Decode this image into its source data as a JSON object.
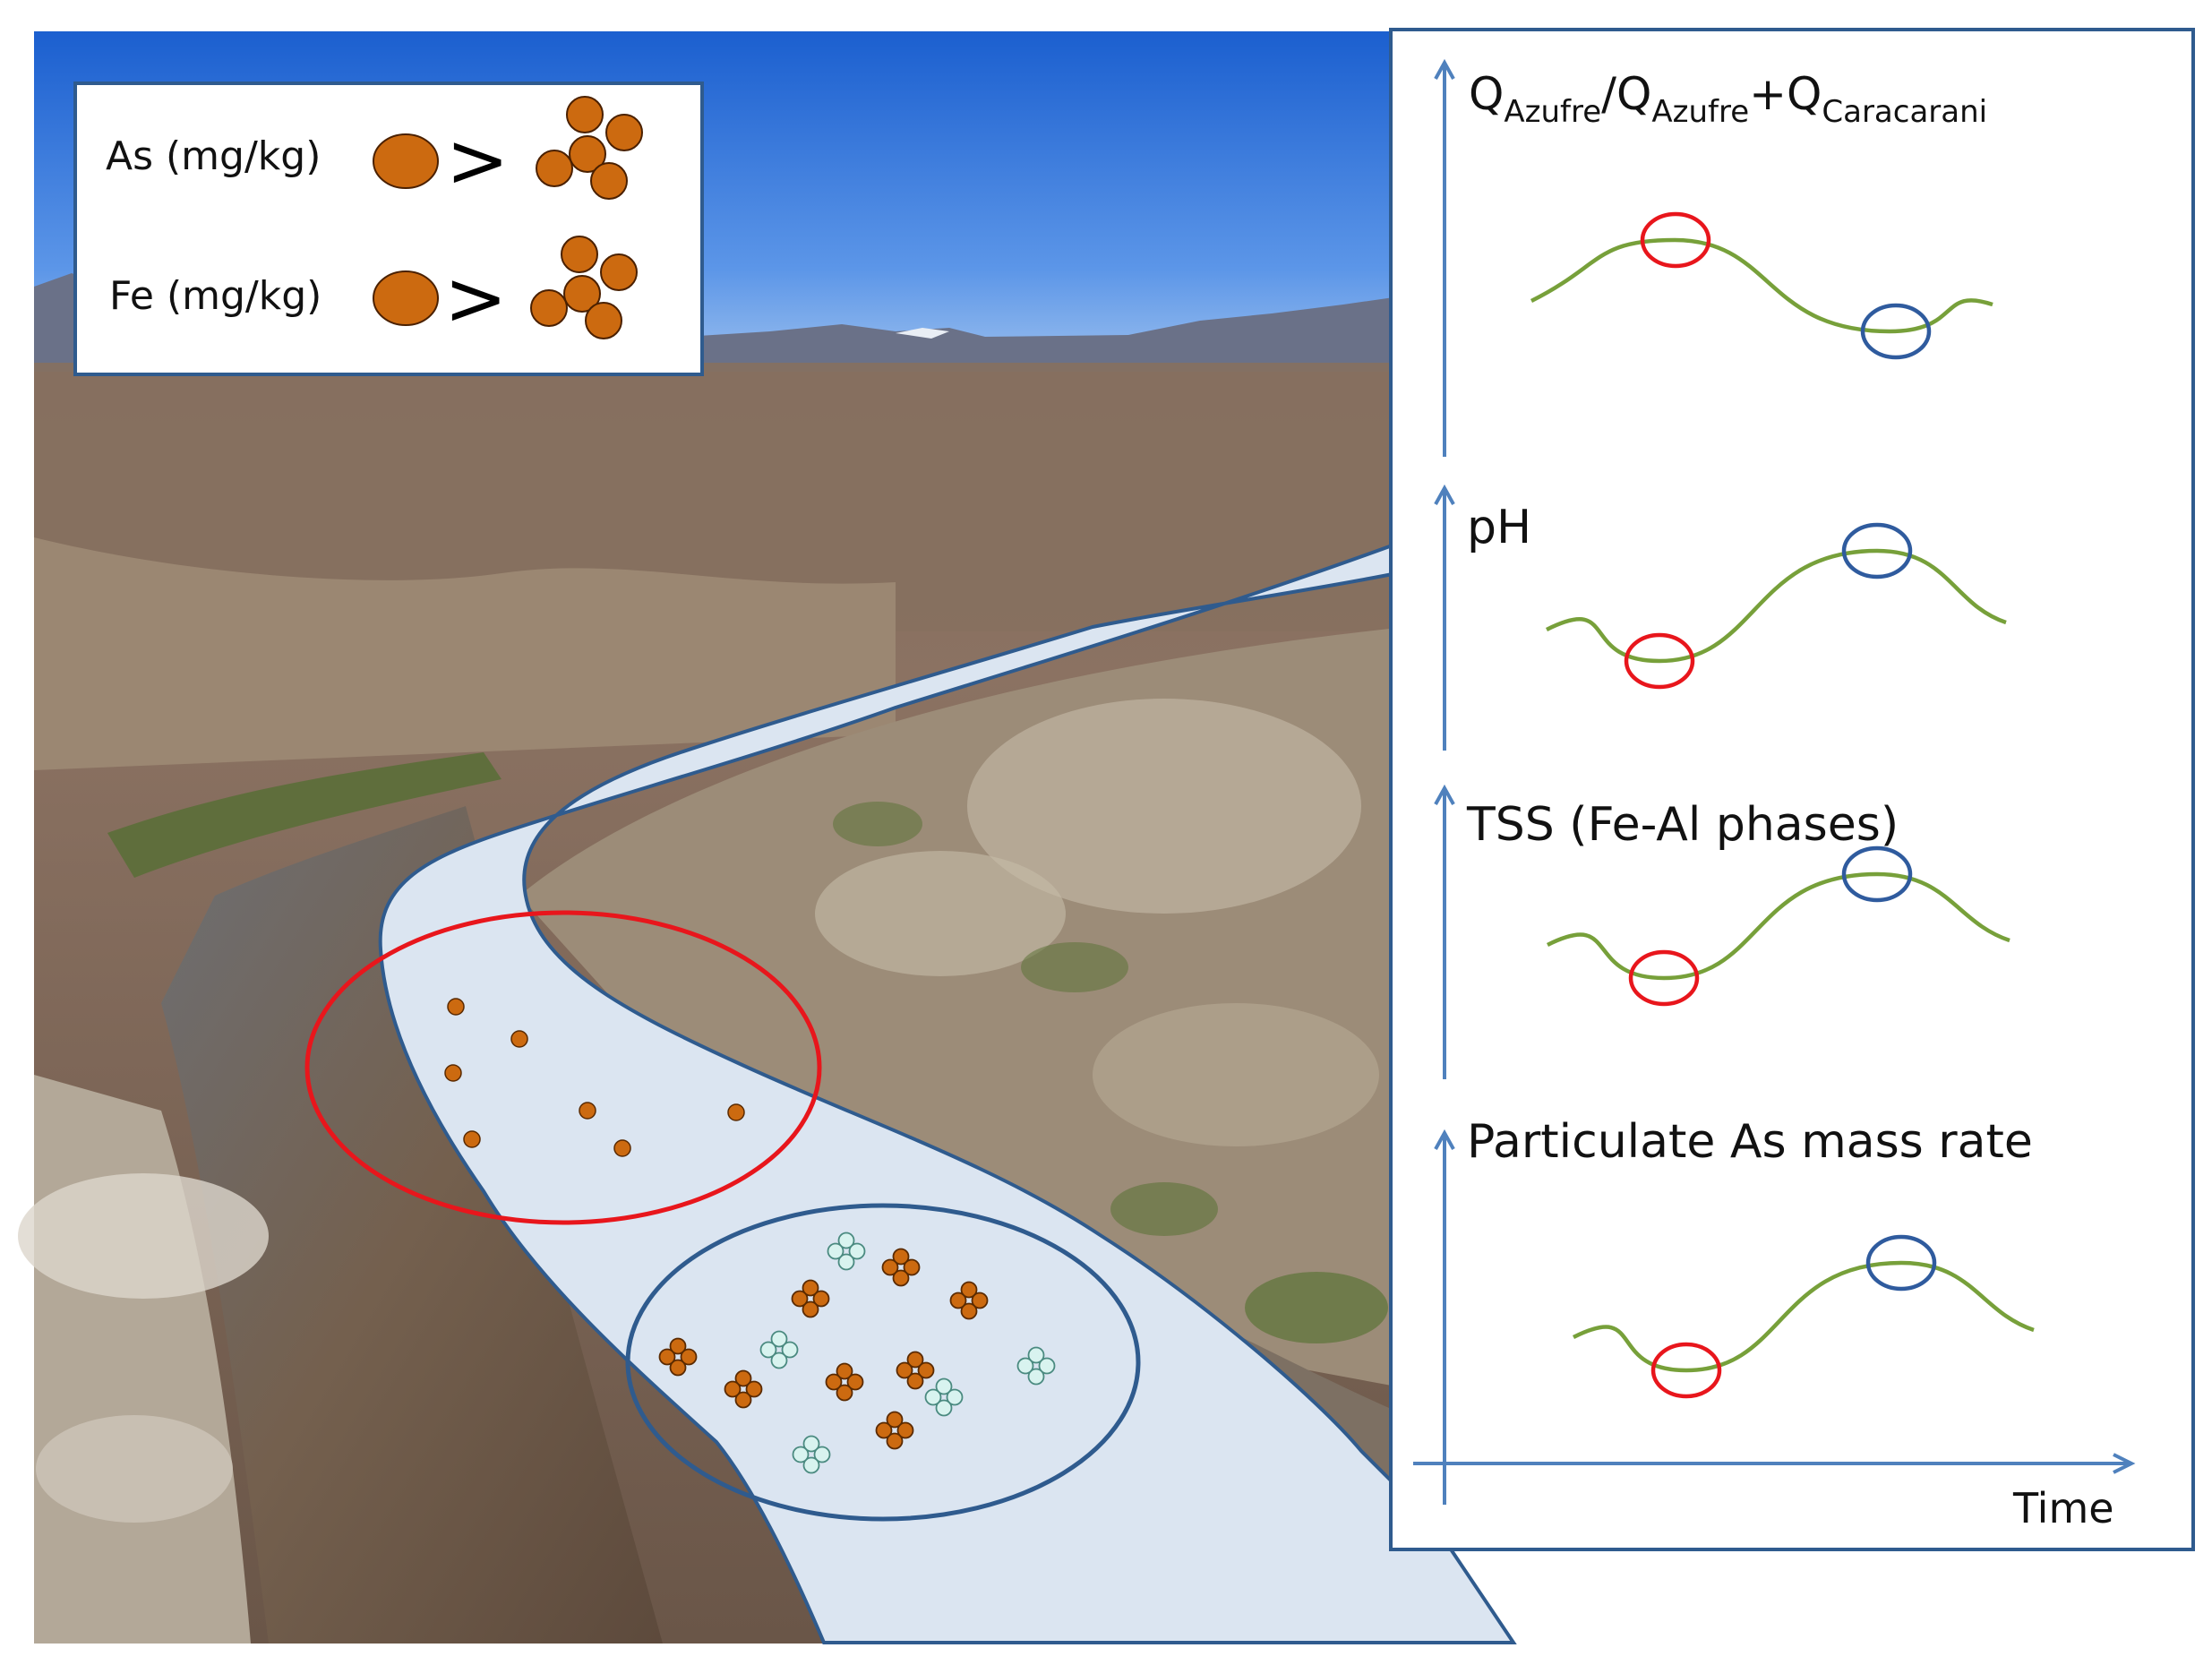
{
  "legend": {
    "rows": [
      {
        "label": "As (mg/kg)",
        "symbol": ">"
      },
      {
        "label": "Fe (mg/kg)",
        "symbol": ">"
      }
    ],
    "particle_color": "#cc6a10"
  },
  "chart_panels": [
    {
      "label_main": "Q",
      "label_parts": [
        {
          "text": "Azufre",
          "sub": true
        },
        {
          "text": "/Q",
          "sub": false
        },
        {
          "text": "Azufre",
          "sub": true
        },
        {
          "text": "+Q",
          "sub": false
        },
        {
          "text": "Caracarani",
          "sub": true
        }
      ],
      "curve_shape": "peak-then-trough",
      "red_marker": "peak",
      "blue_marker": "trough"
    },
    {
      "label_main": "pH",
      "label_parts": [],
      "curve_shape": "trough-then-peak",
      "red_marker": "trough",
      "blue_marker": "peak"
    },
    {
      "label_main": "TSS (Fe-Al phases)",
      "label_parts": [],
      "curve_shape": "trough-then-peak",
      "red_marker": "trough",
      "blue_marker": "peak"
    },
    {
      "label_main": "Particulate As mass rate",
      "label_parts": [],
      "curve_shape": "trough-then-peak",
      "red_marker": "trough",
      "blue_marker": "peak"
    }
  ],
  "x_axis_label": "Time",
  "colors": {
    "river_overlay": "#dbe5f1",
    "river_outline": "#2f5b8e",
    "red_marker": "#e8161c",
    "blue_marker": "#2f5b9e",
    "curve": "#77a03a",
    "axis": "#4f81bd",
    "particle_orange": "#cc6a10",
    "particle_cyan": "#d8f3ef"
  }
}
